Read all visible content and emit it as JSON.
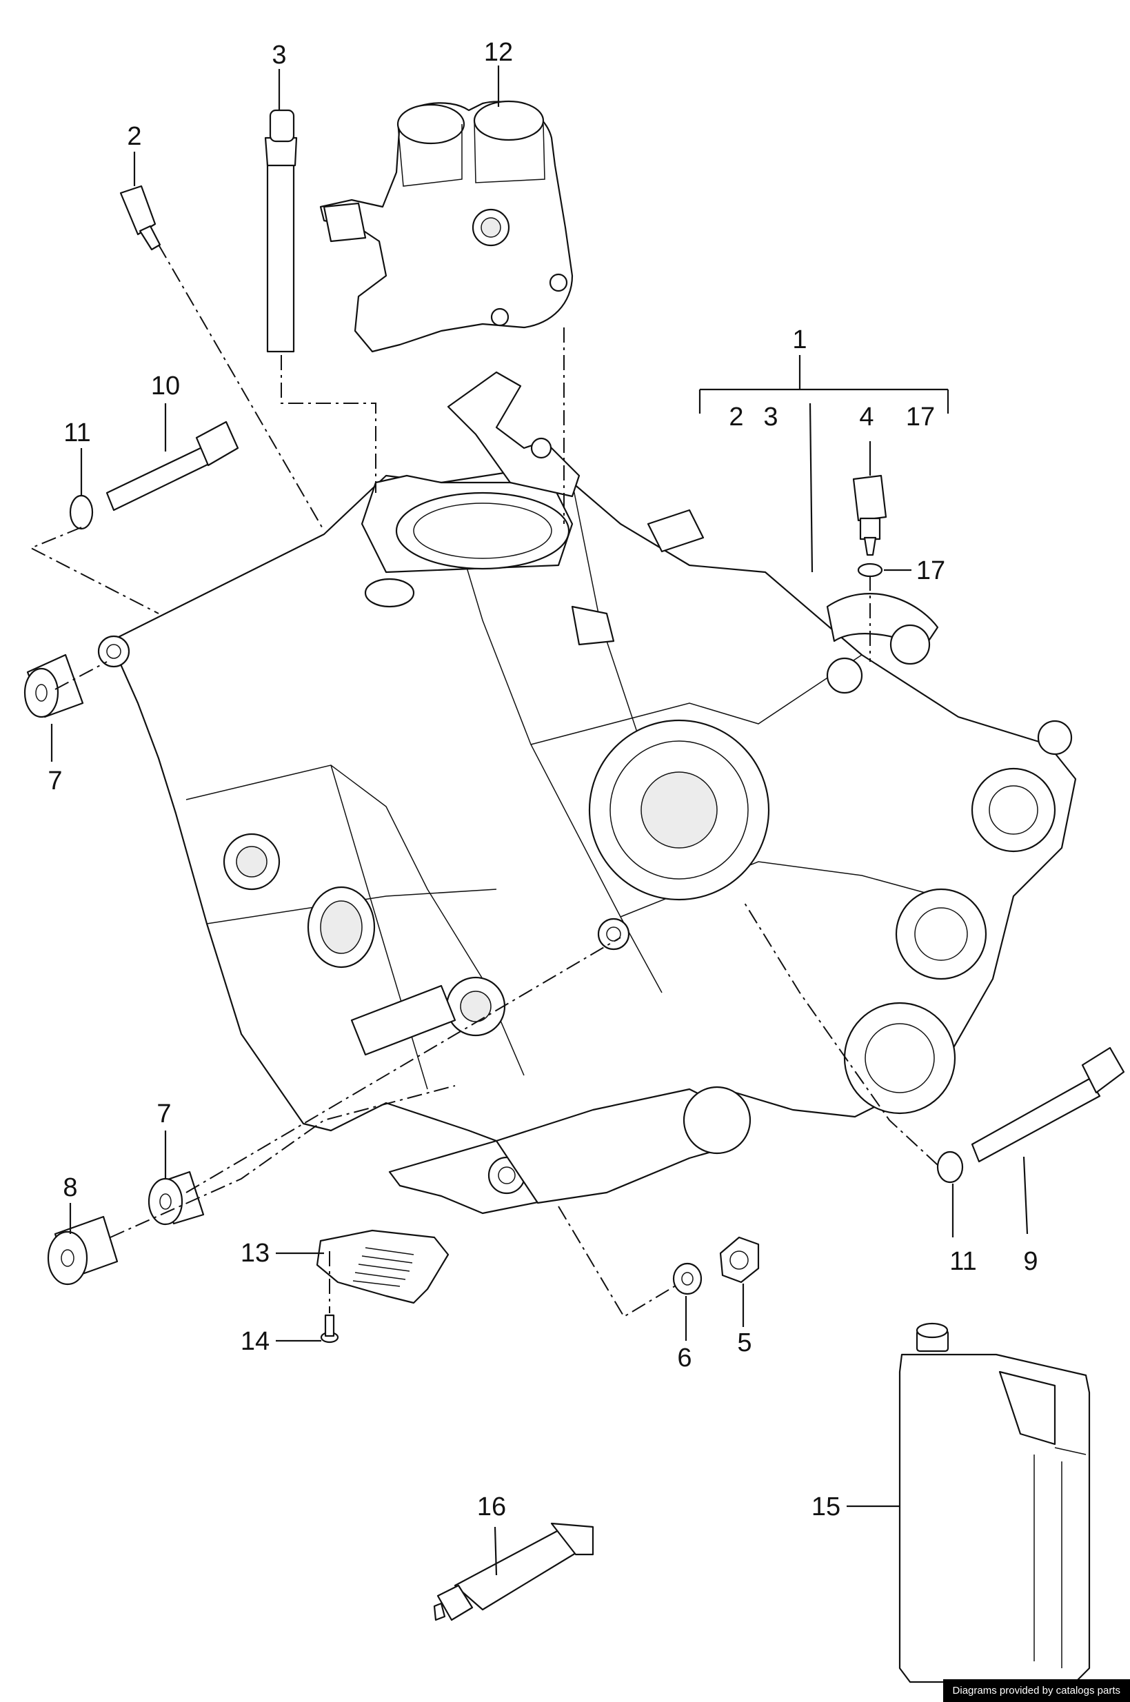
{
  "callouts": {
    "c1": "1",
    "c2": "2",
    "c3": "3",
    "c4": "4",
    "c5": "5",
    "c6": "6",
    "c7a": "7",
    "c7b": "7",
    "c8": "8",
    "c9": "9",
    "c10": "10",
    "c11a": "11",
    "c11b": "11",
    "c12": "12",
    "c13": "13",
    "c14": "14",
    "c15": "15",
    "c16": "16",
    "c17": "17",
    "g2": "2",
    "g3": "3",
    "g4": "4",
    "g17": "17"
  },
  "footer": {
    "credit": "Diagrams provided by catalogs parts"
  },
  "colors": {
    "line": "#111111",
    "background": "#ffffff",
    "credit_bg": "#000000",
    "credit_text": "#ffffff"
  }
}
